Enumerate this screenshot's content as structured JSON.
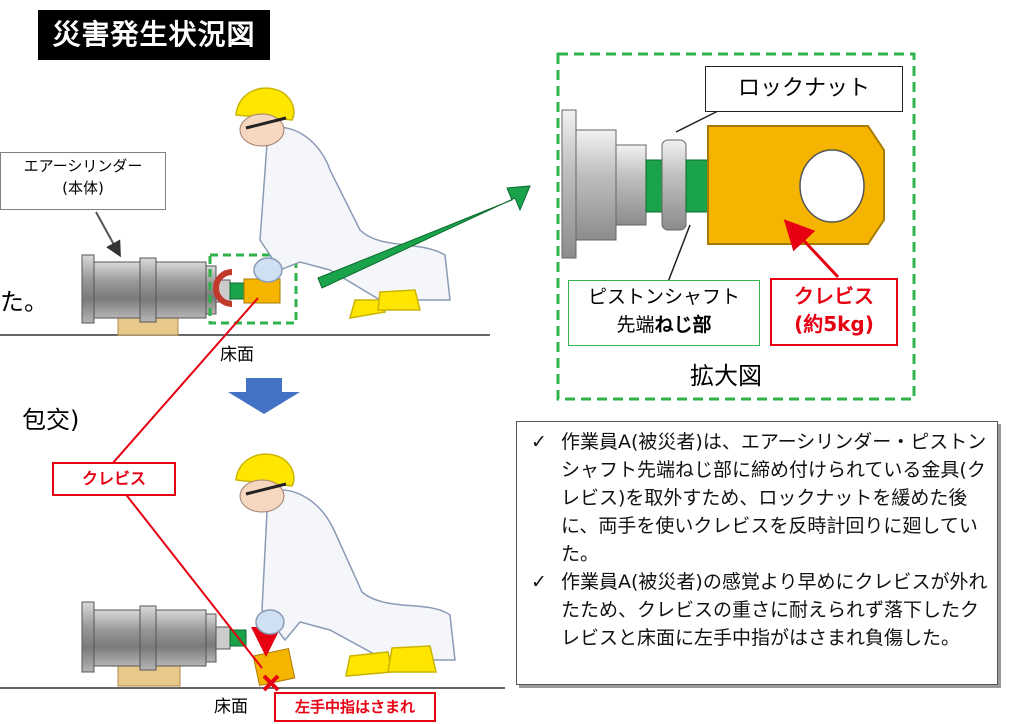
{
  "title": "災害発生状況図",
  "labels": {
    "air_cylinder_line1": "エアーシリンダー",
    "air_cylinder_line2": "(本体)",
    "lock_nut": "ロックナット",
    "piston_shaft_line1": "ピストンシャフト",
    "piston_shaft_line2a": "先端",
    "piston_shaft_line2b": "ねじ部",
    "clevis": "クレビス",
    "clevis_weight": "(約5kg)",
    "floor_top": "床面",
    "floor_bottom": "床面",
    "zoom": "拡大図",
    "clevis_callout": "クレビス",
    "injury": "左手中指はさまれ",
    "partial_ta": "た。",
    "partial_paren": "包交)"
  },
  "notes": [
    "作業員A(被災者)は、エアーシリンダー・ピストンシャフト先端ねじ部に締め付けられている金具(クレビス)を取外すため、ロックナットを緩めた後に、両手を使いクレビスを反時計回りに廻していた。",
    "作業員A(被災者)の感覚より早めにクレビスが外れたため、クレビスの重さに耐えられず落下したクレビスと床面に左手中指がはさまれ負傷した。"
  ],
  "colors": {
    "clevis": "#f5b400",
    "shaft_green": "#1aa34a",
    "dashed_green": "#2db34a",
    "red": "#e60012",
    "arrow_blue": "#4472c4",
    "helmet": "#ffe600"
  }
}
